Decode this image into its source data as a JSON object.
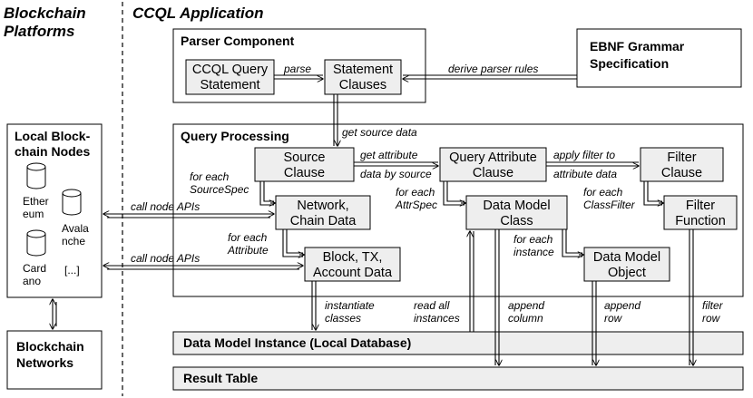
{
  "headers": {
    "left": [
      "Blockchain",
      "Platforms"
    ],
    "right": "CCQL Application"
  },
  "parser": {
    "title": "Parser Component",
    "query_statement": [
      "CCQL Query",
      "Statement"
    ],
    "statement_clauses": [
      "Statement",
      "Clauses"
    ]
  },
  "ebnf": [
    "EBNF Grammar",
    "Specification"
  ],
  "local_nodes": {
    "title": [
      "Local Block-",
      "chain Nodes"
    ],
    "ethereum": [
      "Ether",
      "eum"
    ],
    "avalanche": [
      "Avala",
      "nche"
    ],
    "cardano": [
      "Card",
      "ano"
    ],
    "more": "[...]"
  },
  "networks": [
    "Blockchain",
    "Networks"
  ],
  "query_processing": {
    "title": "Query Processing",
    "source_clause": [
      "Source",
      "Clause"
    ],
    "network_chain_data": [
      "Network,",
      "Chain Data"
    ],
    "block_tx": [
      "Block, TX,",
      "Account Data"
    ],
    "query_attribute_clause": [
      "Query Attribute",
      "Clause"
    ],
    "data_model_class": [
      "Data Model",
      "Class"
    ],
    "data_model_object": [
      "Data Model",
      "Object"
    ],
    "filter_clause": [
      "Filter",
      "Clause"
    ],
    "filter_function": [
      "Filter",
      "Function"
    ]
  },
  "data_model_instance": "Data Model Instance (Local Database)",
  "result_table": "Result Table",
  "labels": {
    "parse": "parse",
    "derive": "derive parser rules",
    "get_source": "get source data",
    "get_attribute": "get attribute",
    "data_by_source": "data by source",
    "apply_filter": "apply filter to",
    "attribute_data": "attribute data",
    "for_each_sourcespec": [
      "for each",
      "SourceSpec"
    ],
    "for_each_attribute": [
      "for each",
      "Attribute"
    ],
    "for_each_attrspec": [
      "for each",
      "AttrSpec"
    ],
    "for_each_instance": [
      "for each",
      "instance"
    ],
    "for_each_classfilter": [
      "for each",
      "ClassFilter"
    ],
    "call_node_apis_1": "call node APIs",
    "call_node_apis_2": "call node APIs",
    "instantiate": [
      "instantiate",
      "classes"
    ],
    "read_all": [
      "read all",
      "instances"
    ],
    "append_column": [
      "append",
      "column"
    ],
    "append_row": [
      "append",
      "row"
    ],
    "filter_row": [
      "filter",
      "row"
    ]
  }
}
